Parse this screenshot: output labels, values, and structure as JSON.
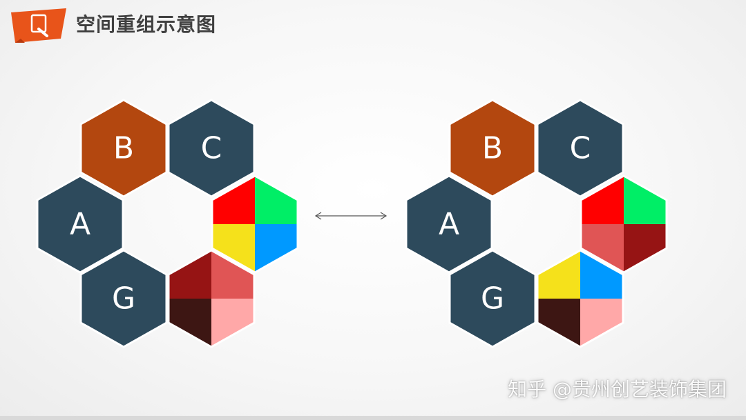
{
  "header": {
    "title": "空间重组示意图"
  },
  "diagram": {
    "left_group": {
      "hex_labels": {
        "b": "B",
        "c": "C",
        "a": "A",
        "g": "G"
      }
    },
    "right_group": {
      "hex_labels": {
        "b": "B",
        "c": "C",
        "a": "A",
        "g": "G"
      }
    },
    "arrow": "two-way"
  },
  "colors": {
    "dark_slate": "#2d4a5c",
    "rust": "#b3470f",
    "red": "#ff0000",
    "green": "#00ee66",
    "yellow": "#f5e11b",
    "blue": "#0099ff",
    "dark_red": "#961414",
    "salmon": "#e05555",
    "dark_brown": "#3d1613",
    "pink": "#ffa8a8",
    "orange_badge": "#e8541a"
  },
  "watermark": "知乎 @贵州创艺装饰集团"
}
